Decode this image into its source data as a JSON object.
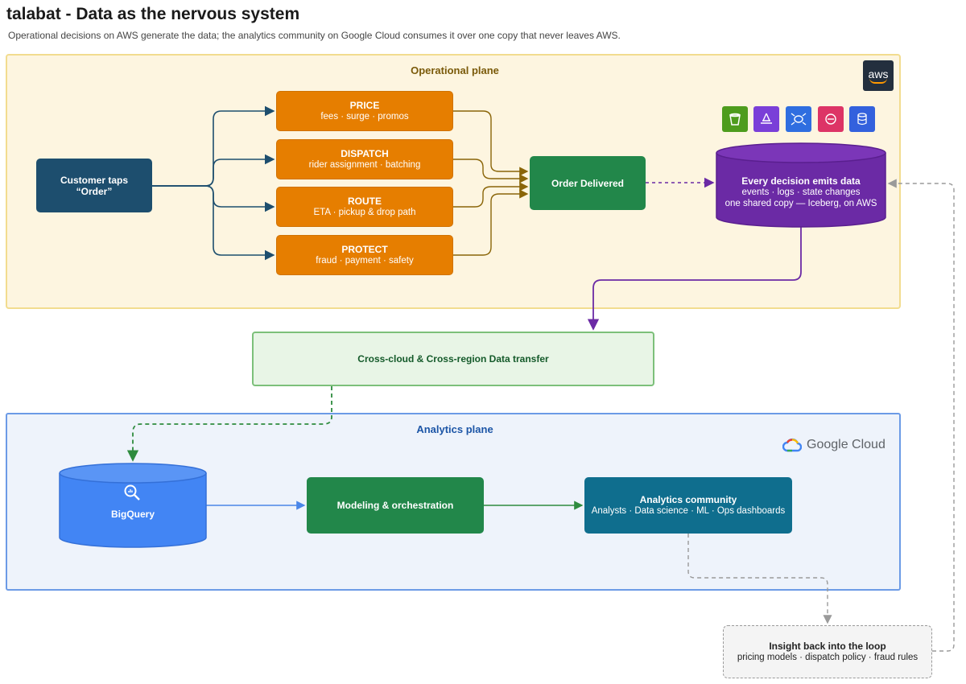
{
  "header": {
    "title": "talabat - Data as the nervous system",
    "subtitle": "Operational decisions on AWS generate the data; the analytics community on Google Cloud consumes it over one copy that never leaves AWS."
  },
  "operational_plane": {
    "title": "Operational plane",
    "aws_logo_text": "aws",
    "customer": {
      "line1": "Customer taps",
      "line2": "“Order”"
    },
    "decisions": [
      {
        "title": "PRICE",
        "detail": "fees · surge · promos"
      },
      {
        "title": "DISPATCH",
        "detail": "rider assignment · batching"
      },
      {
        "title": "ROUTE",
        "detail": "ETA · pickup & drop path"
      },
      {
        "title": "PROTECT",
        "detail": "fraud · payment · safety"
      }
    ],
    "order_delivered": "Order Delivered",
    "data_store": {
      "title": "Every decision emits data",
      "line2": "events · logs · state changes",
      "line3": "one shared copy — Iceberg, on AWS"
    },
    "service_icons": [
      "s3-bucket-icon",
      "athena-icon",
      "glue-icon",
      "lake-formation-icon",
      "glue-catalog-icon"
    ]
  },
  "transfer": {
    "label": "Cross-cloud & Cross-region Data transfer"
  },
  "analytics_plane": {
    "title": "Analytics plane",
    "cloud_logo_text": "Google Cloud",
    "bigquery": "BigQuery",
    "modeling": "Modeling & orchestration",
    "community": {
      "title": "Analytics community",
      "detail": "Analysts · Data science · ML · Ops dashboards"
    }
  },
  "insight": {
    "title": "Insight back into the loop",
    "detail": "pricing models · dispatch policy · fraud rules"
  },
  "colors": {
    "operational_bg": "#fdf5e0",
    "analytics_bg": "#eef3fb",
    "decision_orange": "#e67e00",
    "customer_navy": "#1d4e6e",
    "green": "#22874a",
    "purple": "#6b2aa5",
    "bigquery_blue": "#4285f4",
    "community_teal": "#0f6e8e"
  }
}
